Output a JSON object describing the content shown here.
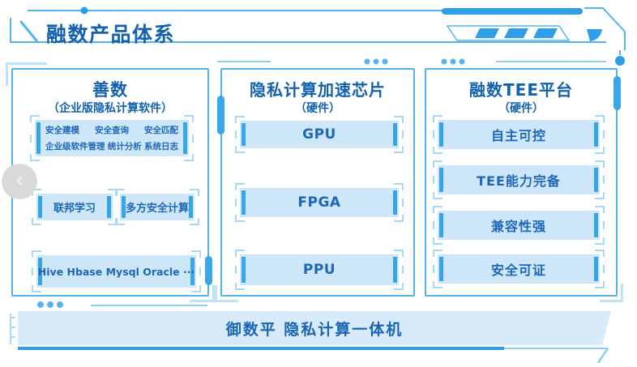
{
  "header": {
    "title": "融数产品体系"
  },
  "carousel": {
    "prev_icon": "‹"
  },
  "columns": [
    {
      "title": "善数",
      "subtitle": "（企业版隐私计算软件）",
      "feature_rows": [
        [
          "安全建模",
          "安全查询",
          "安全匹配"
        ],
        [
          "企业级软件管理",
          "统计分析",
          "系统日志"
        ]
      ],
      "capability_boxes": [
        "联邦学习",
        "多方安全计算"
      ],
      "datasource_box": "Hive Hbase Mysql Oracle ···"
    },
    {
      "title": "隐私计算加速芯片",
      "subtitle": "（硬件）",
      "items": [
        "GPU",
        "FPGA",
        "PPU"
      ]
    },
    {
      "title": "融数TEE平台",
      "subtitle": "（硬件）",
      "items": [
        "自主可控",
        "TEE能力完备",
        "兼容性强",
        "安全可证"
      ]
    }
  ],
  "bottom_bar": {
    "label": "御数平 隐私计算一体机"
  },
  "colors": {
    "accent": "#2e9fe6",
    "accent_light": "#55b4ee",
    "bracket_light": "#a5d9f6",
    "box_fill": "#cde7f9",
    "bar_fill": "#d7ebfa",
    "title_text": "#1261ae",
    "item_text": "#1e66b8",
    "carousel_gray": "#d9d9d9"
  }
}
